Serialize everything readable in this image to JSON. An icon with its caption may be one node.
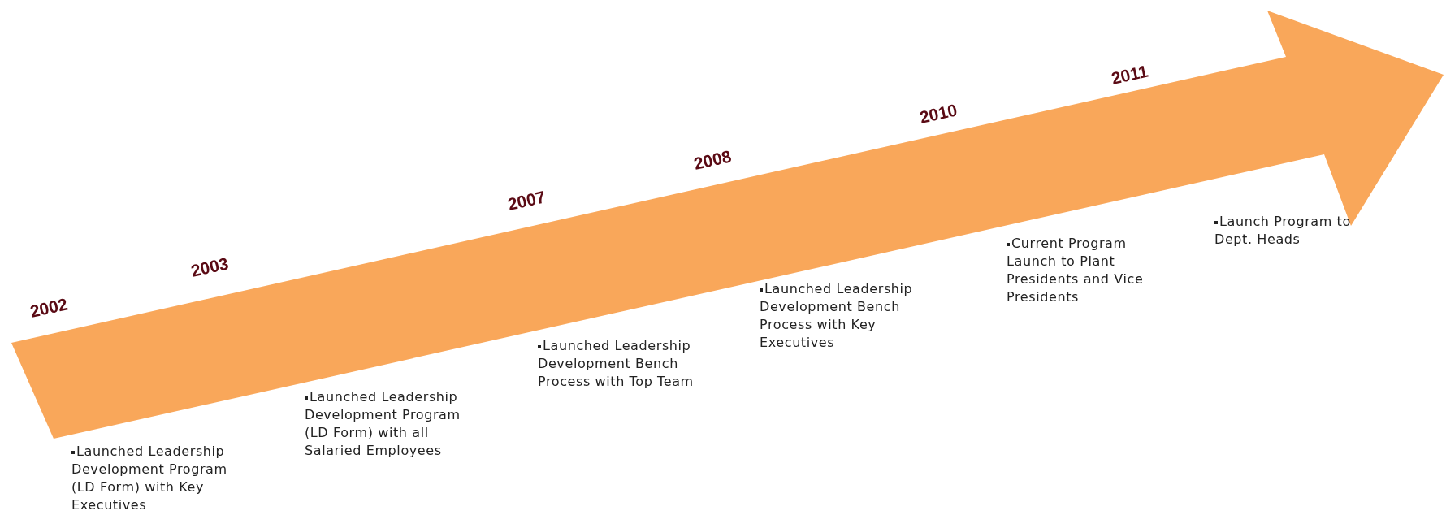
{
  "diagram": {
    "labels": [
      "2002",
      "Launched Leadership Development Program (LD Form) with Key Executives",
      "2003",
      "Launched Leadership Development Program (LD Form) with all Salaried Employees",
      "2007",
      "Launched Leadership Development Bench Process with Top Team",
      "2008",
      "Launched Leadership Development Bench Process with Key Executives",
      "2010",
      "Current Program Launch to Plant Presidents and Vice Presidents",
      "2011",
      "Launch Program to Dept. Heads"
    ]
  }
}
